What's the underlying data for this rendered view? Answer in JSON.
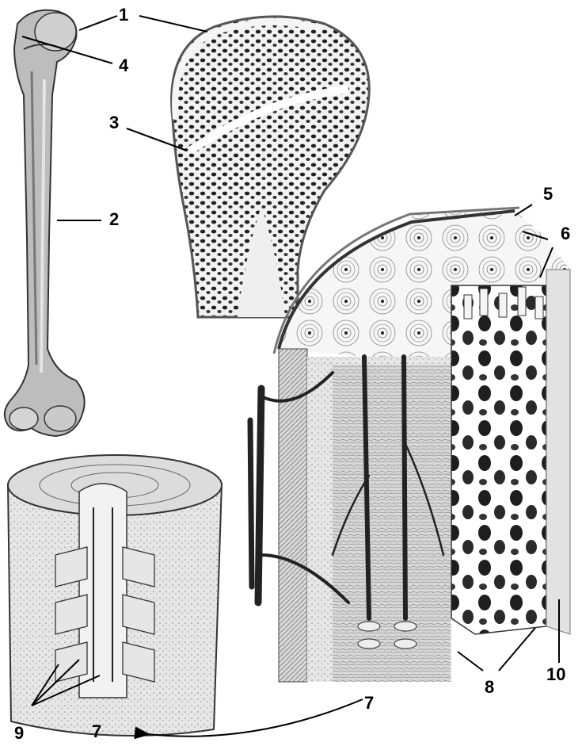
{
  "labels": {
    "l1": "1",
    "l2": "2",
    "l3": "3",
    "l4": "4",
    "l5": "5",
    "l6": "6",
    "l7a": "7",
    "l7b": "7",
    "l8": "8",
    "l9": "9",
    "l10": "10"
  },
  "colors": {
    "ink": "#000000",
    "bone_light": "#e8e8e8",
    "bone_mid": "#9a9a9a",
    "bone_dark": "#3a3a3a",
    "background": "#ffffff"
  }
}
